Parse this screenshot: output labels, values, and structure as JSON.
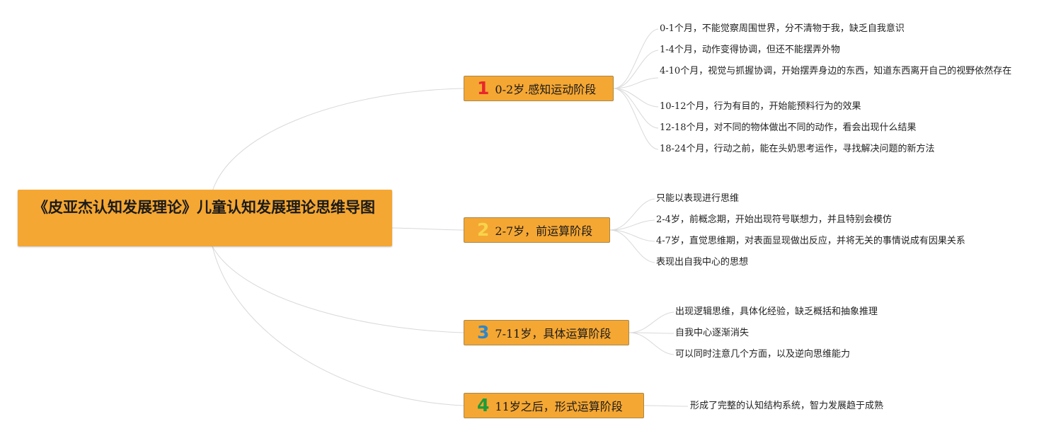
{
  "root": {
    "title": "《皮亚杰认知发展理论》儿童认知发展理论思维导图"
  },
  "branches": [
    {
      "badge": "1",
      "badge_color": "#e8262b",
      "label": "0-2岁.感知运动阶段",
      "children": [
        "0-1个月，不能觉察周围世界，分不清物于我，缺乏自我意识",
        "1-4个月，动作变得协调，但还不能摆弄外物",
        "4-10个月，视觉与抓握协调，开始摆弄身边的东西，知道东西离开自己的视野依然存在",
        "10-12个月，行为有目的，开始能预料行为的效果",
        "12-18个月，对不同的物体做出不同的动作，看会出现什么结果",
        "18-24个月，行动之前，能在头奶思考运作，寻找解决问题的新方法"
      ]
    },
    {
      "badge": "2",
      "badge_color": "#f7d44a",
      "label": "2-7岁，前运算阶段",
      "children": [
        "只能以表现进行思维",
        "2-4岁，前概念期，开始出现符号联想力，并且特别会模仿",
        "4-7岁，直觉思维期，对表面显现做出反应，并将无关的事情说成有因果关系",
        "表现出自我中心的思想"
      ]
    },
    {
      "badge": "3",
      "badge_color": "#2e86c8",
      "label": "7-11岁，具体运算阶段",
      "children": [
        "出现逻辑思维，具体化经验，缺乏概括和抽象推理",
        "自我中心逐渐消失",
        "可以同时注意几个方面，以及逆向思维能力"
      ]
    },
    {
      "badge": "4",
      "badge_color": "#1e9b3a",
      "label": "11岁之后，形式运算阶段",
      "children": [
        "形成了完整的认知结构系统，智力发展趋于成熟"
      ]
    }
  ]
}
